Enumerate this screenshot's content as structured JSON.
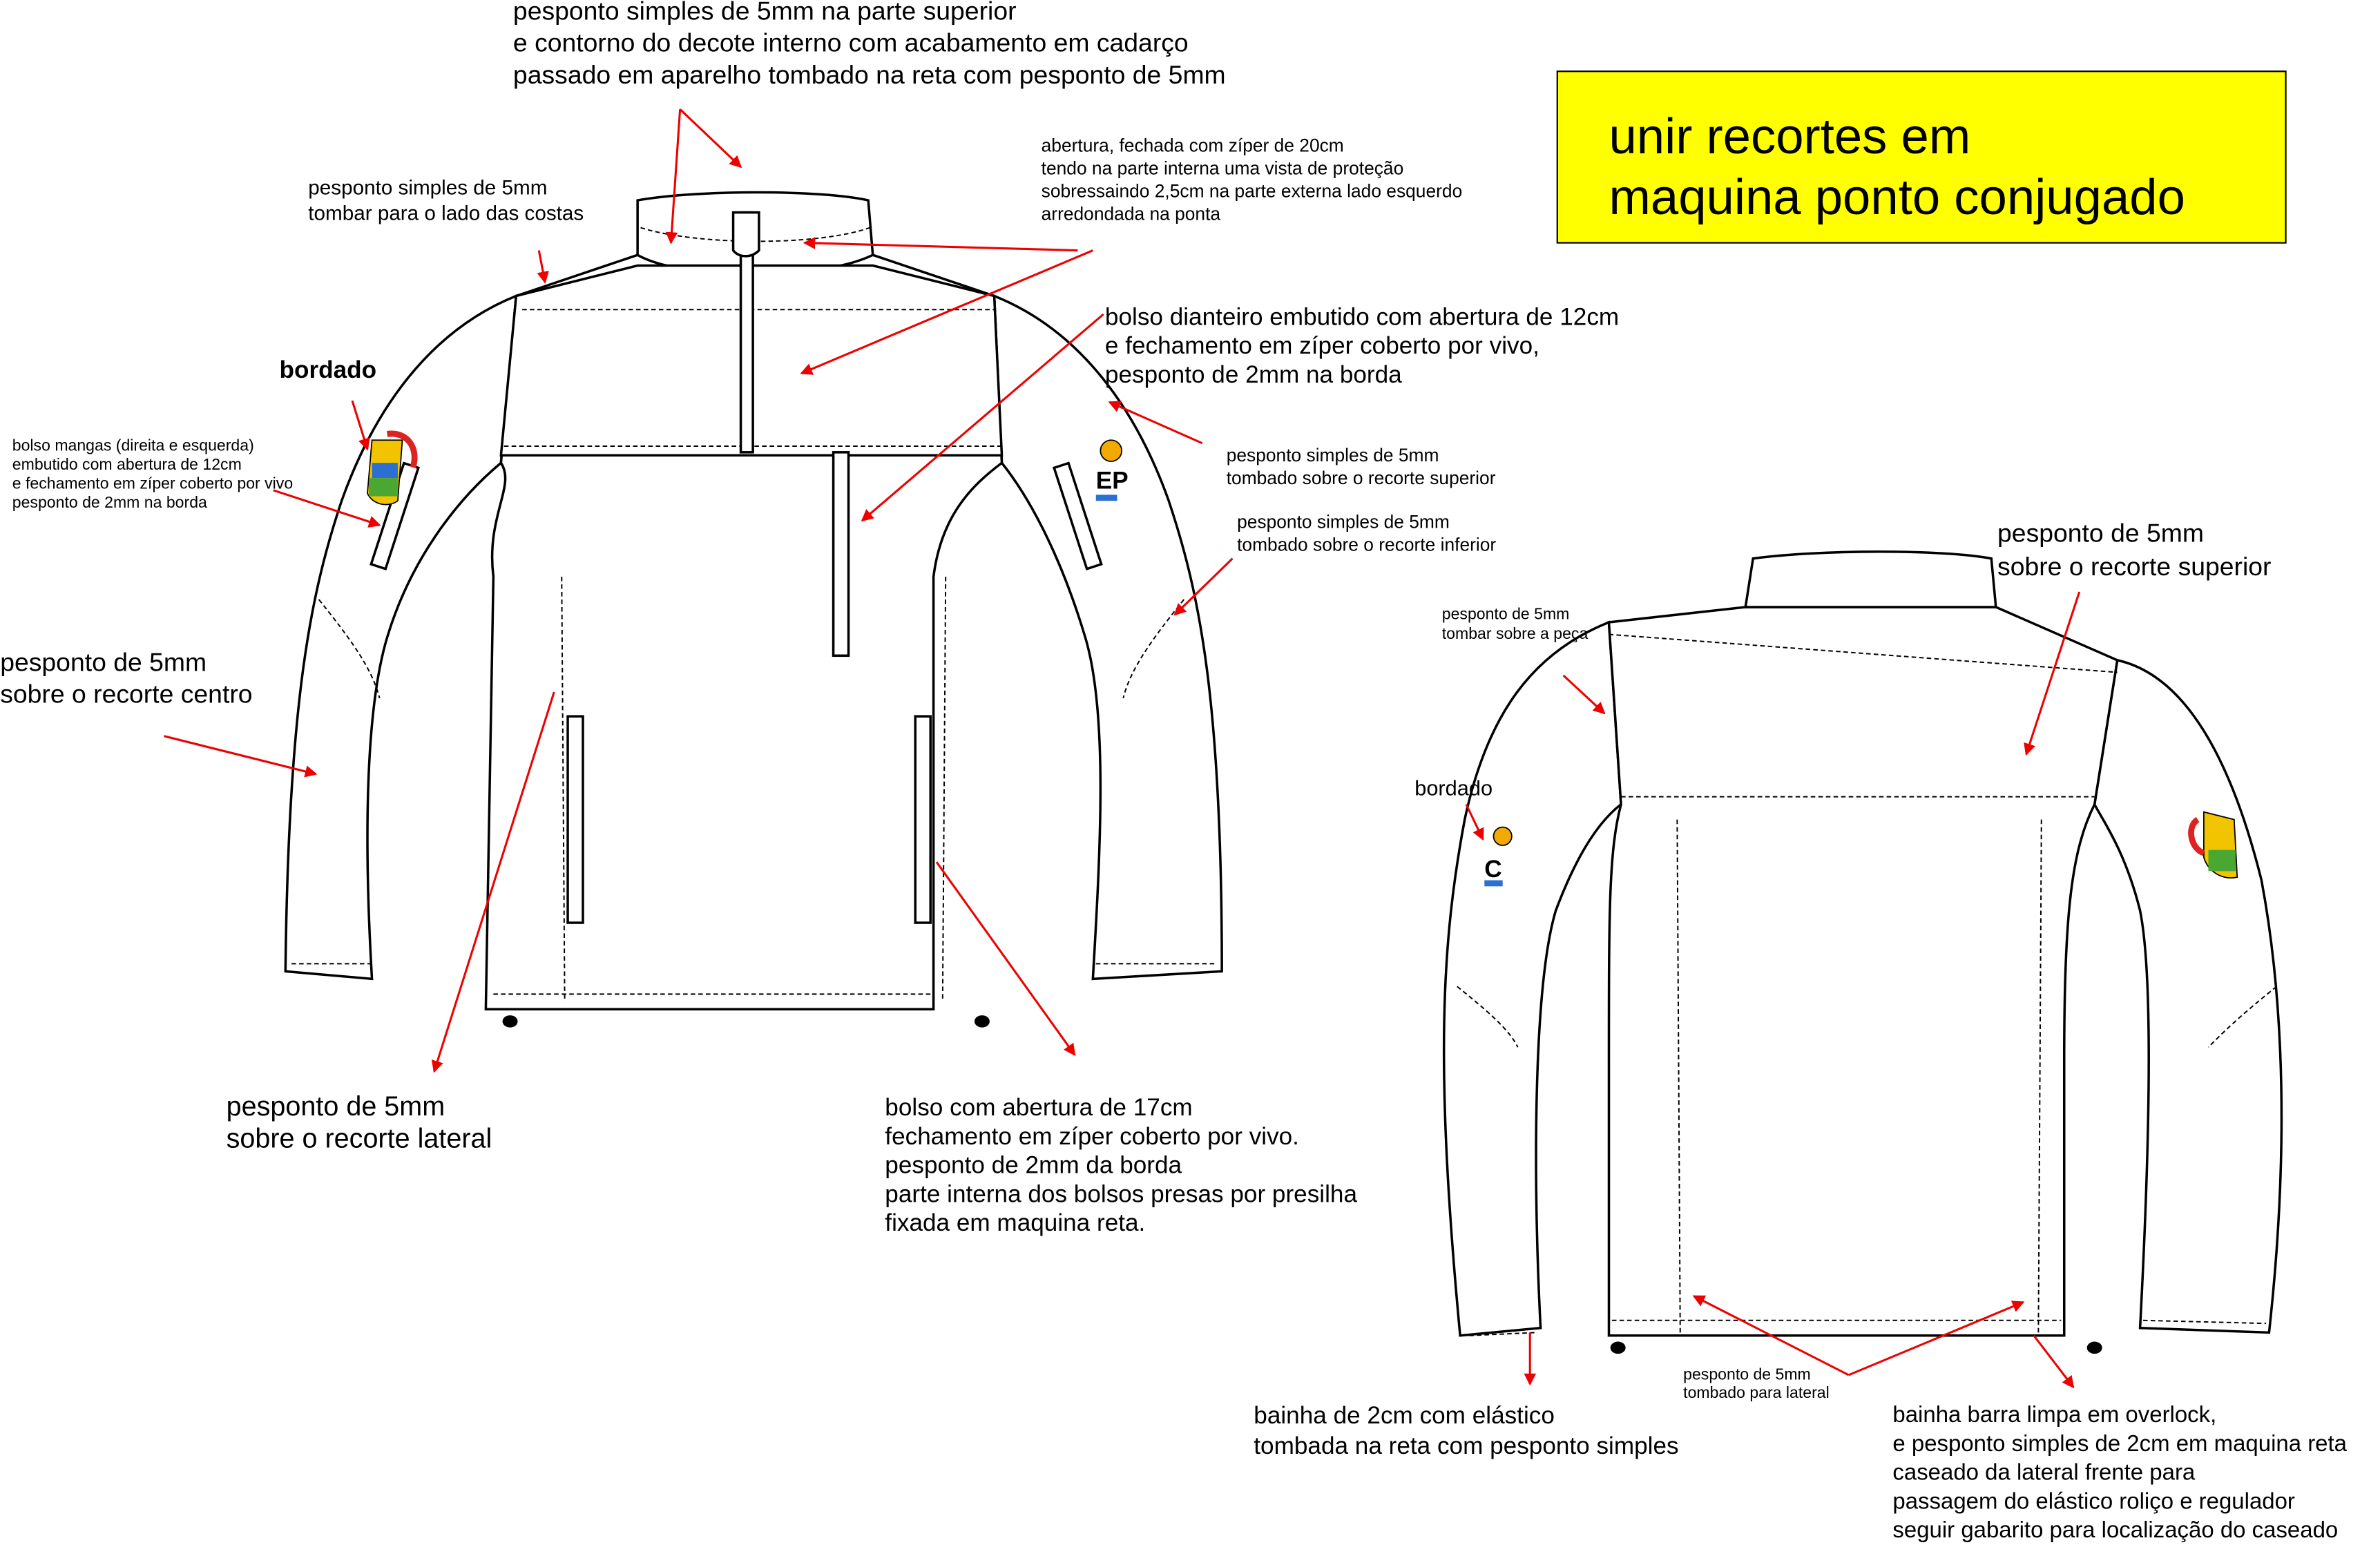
{
  "colors": {
    "arrow": "#e00000",
    "highlight_box": "#ffff00"
  },
  "front": {
    "top_note": [
      "pesponto simples de 5mm na parte superior",
      "e contorno do decote interno com acabamento em cadarço",
      "passado em aparelho tombado na reta com pesponto de 5mm"
    ],
    "zip_note": [
      "abertura, fechada com zíper de 20cm",
      "tendo na parte interna uma vista de proteção",
      "sobressaindo 2,5cm na parte externa lado esquerdo",
      "arredondada na ponta"
    ],
    "shoulder_note": [
      "pesponto simples de 5mm",
      "tombar para o lado das costas"
    ],
    "embroidery_label": "bordado",
    "sleeve_pocket_note": [
      "bolso mangas (direita e esquerda)",
      "embutido com abertura de 12cm",
      "e fechamento em zíper coberto por vivo",
      "pesponto de 2mm na borda"
    ],
    "center_seam_note": [
      "pesponto de 5mm",
      "sobre o recorte centro"
    ],
    "chest_pocket_note": [
      "bolso dianteiro embutido com abertura de 12cm",
      "e fechamento em zíper coberto por vivo,",
      "pesponto de 2mm na borda"
    ],
    "upper_seam_note": [
      "pesponto simples de 5mm",
      "tombado sobre o recorte superior"
    ],
    "lower_seam_note": [
      "pesponto simples de 5mm",
      "tombado sobre o recorte inferior"
    ],
    "side_seam_note": [
      "pesponto de 5mm",
      "sobre o recorte lateral"
    ],
    "side_pocket_note": [
      "bolso com abertura de 17cm",
      "fechamento em zíper coberto por vivo.",
      "pesponto de 2mm da borda",
      "parte interna dos bolsos presas por presilha",
      "fixada em maquina reta."
    ]
  },
  "highlight": [
    "unir recortes em",
    "maquina ponto conjugado"
  ],
  "back": {
    "upper_seam_note": [
      "pesponto de 5mm",
      "sobre o recorte superior"
    ],
    "shoulder_note": [
      "pesponto de 5mm",
      "tombar sobre a peça"
    ],
    "embroidery_label": "bordado",
    "cuff_note": [
      "bainha de 2cm com elástico",
      "tombada na reta com pesponto simples"
    ],
    "side_note": [
      "pesponto de 5mm",
      "tombado para lateral"
    ],
    "hem_note": [
      "bainha barra limpa em overlock,",
      "e pesponto simples de 2cm em maquina reta",
      "caseado da lateral frente para",
      "passagem do elástico roliço e regulador",
      "seguir gabarito para localização do caseado"
    ]
  }
}
